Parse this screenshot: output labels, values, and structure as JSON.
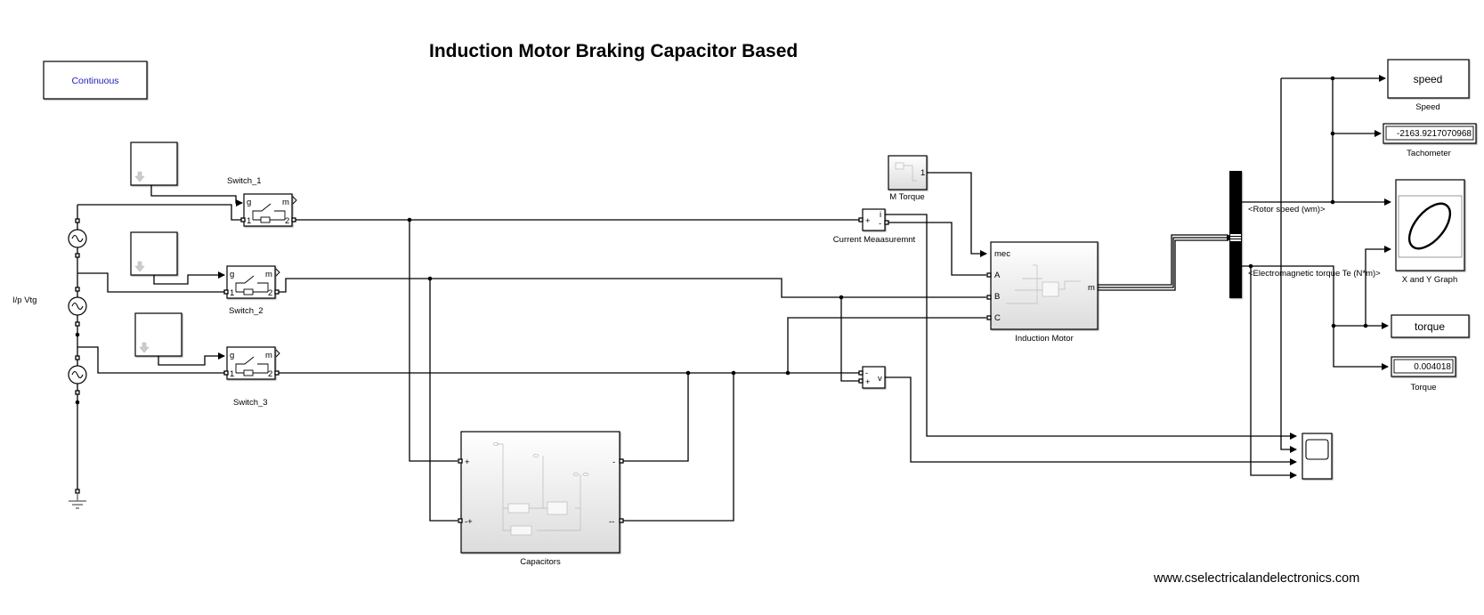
{
  "title": "Induction Motor Braking Capacitor Based",
  "powergui": {
    "label": "Continuous",
    "color": "#2020c0"
  },
  "sources": {
    "label": "I/p Vtg"
  },
  "switches": [
    {
      "name": "Switch_1",
      "port_g": "g",
      "port_m": "m",
      "port_1": "1",
      "port_2": "2"
    },
    {
      "name": "Switch_2",
      "port_g": "g",
      "port_m": "m",
      "port_1": "1",
      "port_2": "2"
    },
    {
      "name": "Switch_3",
      "port_g": "g",
      "port_m": "m",
      "port_1": "1",
      "port_2": "2"
    }
  ],
  "current_measurement": {
    "name": "Current Meaasuremnt",
    "plus": "+",
    "minus": "-",
    "out": "i"
  },
  "voltage_measurement": {
    "minus": "-",
    "plus": "+",
    "out": "v"
  },
  "m_torque": {
    "name": "M Torque",
    "out": "1"
  },
  "motor": {
    "name": "Induction Motor",
    "ports": [
      "mec",
      "A",
      "B",
      "C"
    ],
    "out": "m"
  },
  "capacitors": {
    "name": "Capacitors",
    "left_ports": [
      "+",
      "-+"
    ],
    "right_ports": [
      "-",
      "--"
    ]
  },
  "bus_selector": {
    "signals": [
      "<Rotor speed (wm)>",
      "<Electromagnetic torque Te (N*m)>"
    ]
  },
  "sinks": {
    "speed_ws": {
      "text": "speed",
      "name": "Speed"
    },
    "tachometer": {
      "value": "-2163.9217070968",
      "name": "Tachometer"
    },
    "xy_graph": {
      "name": "X and Y Graph"
    },
    "torque_ws": {
      "text": "torque"
    },
    "torque_display": {
      "value": "0.004018",
      "name": "Torque"
    }
  },
  "watermark": "www.cselectricalandelectronics.com"
}
